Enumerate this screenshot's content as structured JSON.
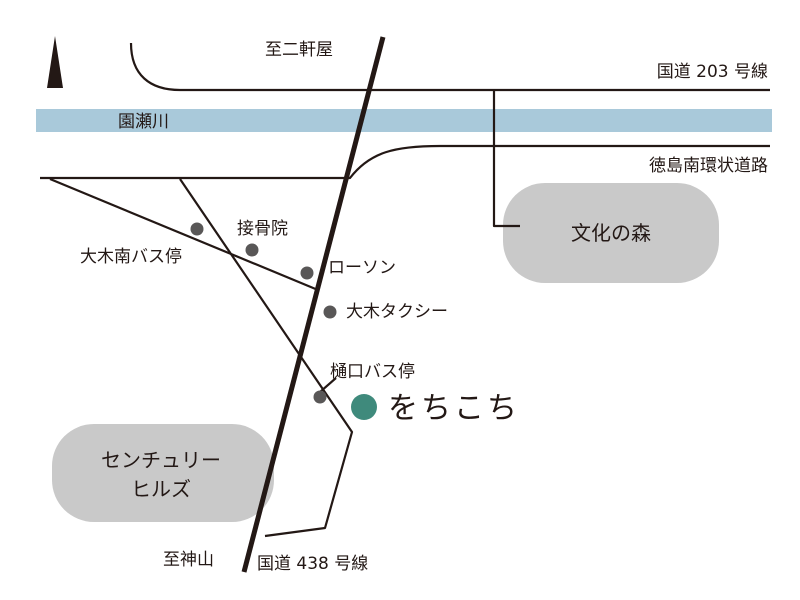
{
  "map": {
    "roads": {
      "to_nikenya": "至二軒屋",
      "national_route_203": "国道 203 号線",
      "tokushima_south_ring": "徳島南環状道路",
      "to_kamiyama": "至神山",
      "national_route_438": "国道 438 号線"
    },
    "river": {
      "label": "園瀬川",
      "color": "#a9c9da"
    },
    "areas": {
      "bunka_no_mori": "文化の森",
      "century_hills_line1": "センチュリー",
      "century_hills_line2": "ヒルズ",
      "area_color": "#c9c9c9"
    },
    "landmarks": {
      "seikotsuin": "接骨院",
      "ogi_minami_bus_stop": "大木南バス停",
      "lawson": "ローソン",
      "ogi_taxi": "大木タクシー",
      "higuchi_bus_stop": "樋口バス停",
      "dot_color": "#595757"
    },
    "destination": {
      "label": "をちこち",
      "color": "#3f8a7c"
    },
    "north_arrow": {
      "icon": "north-arrow-icon"
    }
  }
}
